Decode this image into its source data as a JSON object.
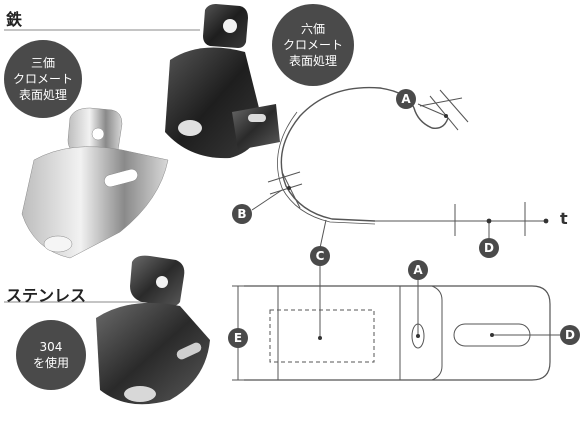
{
  "labels": {
    "iron": "鉄",
    "stainless": "ステンレス"
  },
  "bubbles": {
    "hex_chromate": "六価\nクロメート\n表面処理",
    "tri_chromate": "三価\nクロメート\n表面処理",
    "sus304": "304\nを使用"
  },
  "callouts": {
    "a_top": "A",
    "b": "B",
    "c": "C",
    "d_top": "D",
    "a_bottom": "A",
    "e": "E",
    "d_bottom": "D"
  },
  "thickness_label": "t",
  "colors": {
    "badge": "#4a4a4a",
    "line": "#666666"
  }
}
